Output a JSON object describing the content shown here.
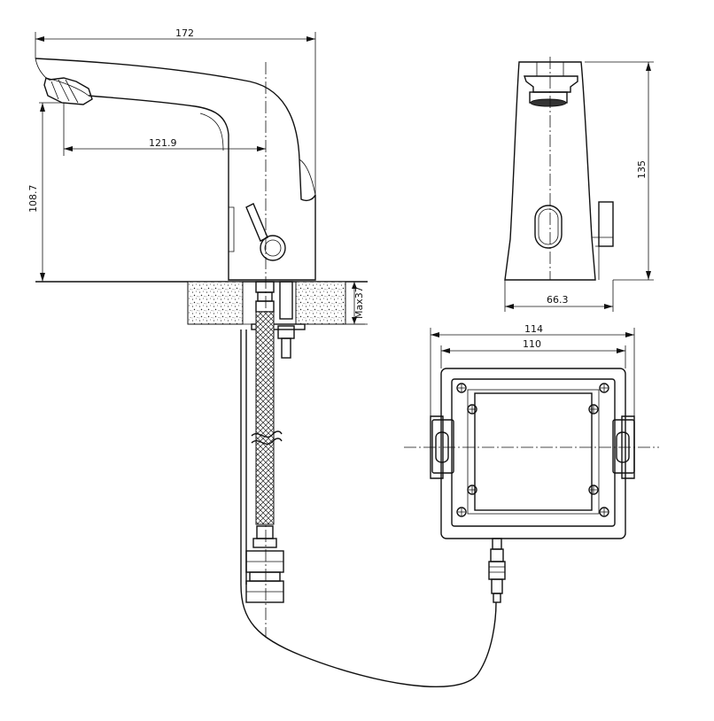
{
  "dimensions": {
    "total_length": "172",
    "spout_reach": "121.9",
    "spout_height": "108.7",
    "max_deck_thickness": "Max37",
    "body_height": "135",
    "body_width": "66.3",
    "box_outer_width": "114",
    "box_inner_width": "110"
  },
  "colors": {
    "line": "#111111",
    "background": "#ffffff"
  }
}
